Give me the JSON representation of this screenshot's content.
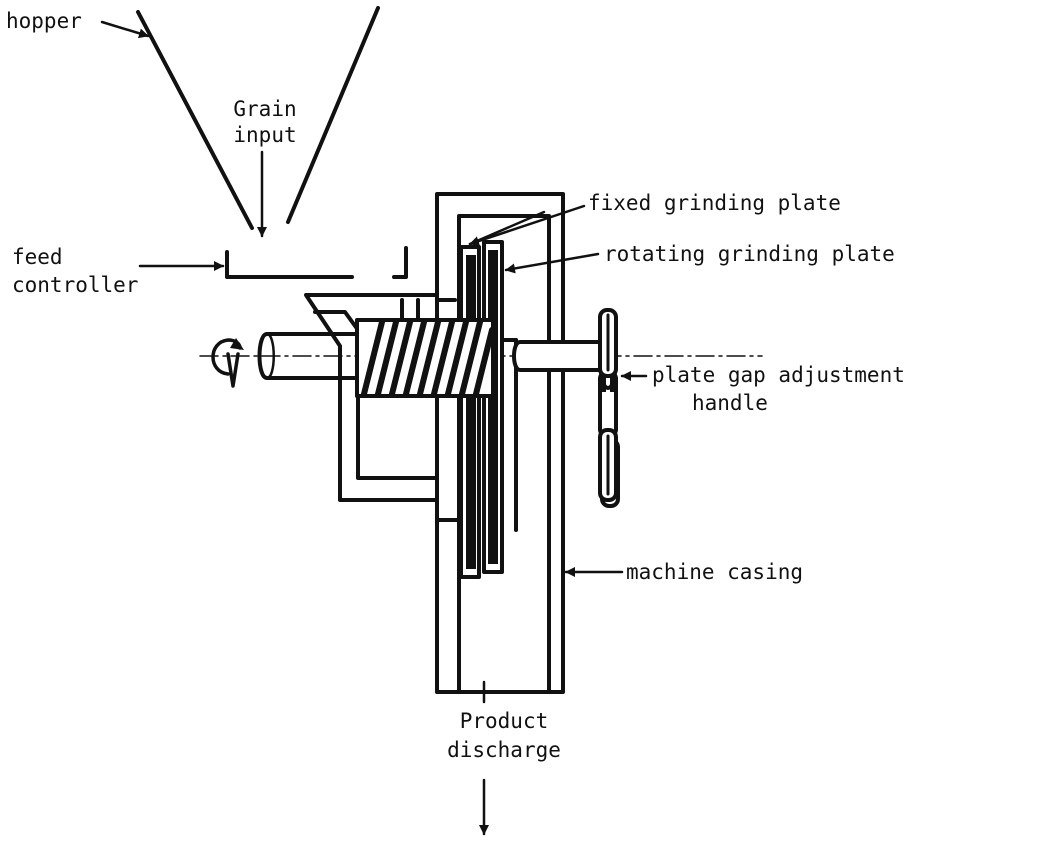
{
  "diagram": {
    "labels": {
      "hopper": "hopper",
      "grain_input": [
        "Grain",
        "input"
      ],
      "feed_controller": [
        "feed",
        "controller"
      ],
      "fixed_plate": "fixed grinding plate",
      "rotating_plate": "rotating grinding plate",
      "gap_handle": [
        "plate gap adjustment",
        "handle"
      ],
      "machine_casing": "machine casing",
      "product_discharge": [
        "Product",
        "discharge"
      ]
    },
    "colors": {
      "ink": "#111111",
      "background": "#ffffff"
    }
  }
}
